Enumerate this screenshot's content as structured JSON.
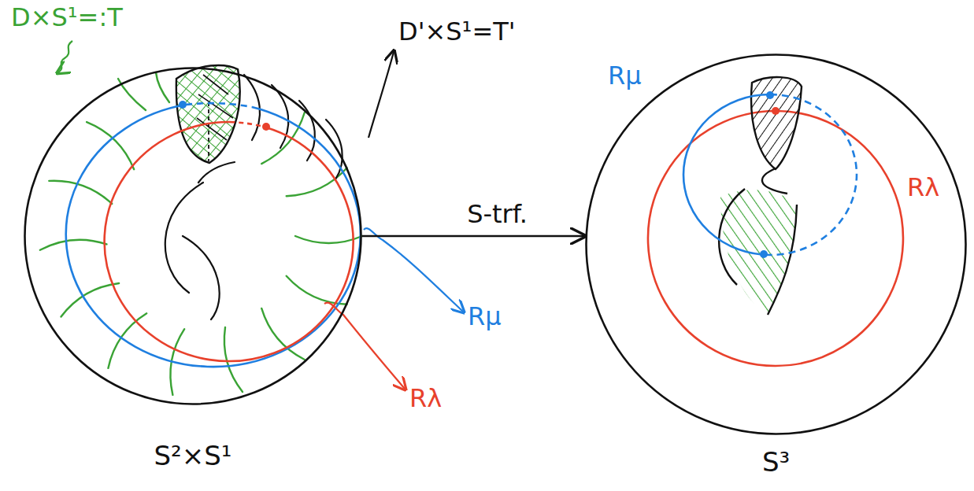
{
  "diagram": {
    "nodes": [
      {
        "text": [
          "S²×S¹"
        ]
      },
      {
        "text": [
          "S³"
        ]
      }
    ],
    "edges": [
      {
        "from": 0,
        "to": 1,
        "arrow": "to",
        "label": "S-trf."
      }
    ],
    "labels": [
      "D×S¹=:T",
      "D'×S¹=T'",
      "Rμ",
      "Rλ",
      "Rμ",
      "Rλ"
    ]
  }
}
